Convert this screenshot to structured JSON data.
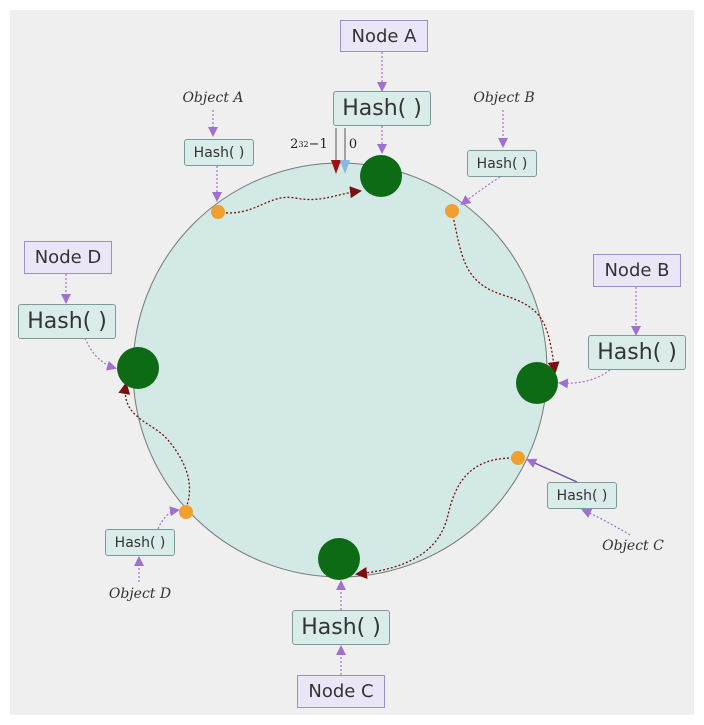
{
  "diagram": {
    "nodes": [
      {
        "id": "a",
        "label": "Node A",
        "hash": "Hash( )"
      },
      {
        "id": "b",
        "label": "Node B",
        "hash": "Hash( )"
      },
      {
        "id": "c",
        "label": "Node C",
        "hash": "Hash( )"
      },
      {
        "id": "d",
        "label": "Node D",
        "hash": "Hash( )"
      }
    ],
    "objects": [
      {
        "id": "a",
        "label": "Object A",
        "hash": "Hash( )"
      },
      {
        "id": "b",
        "label": "Object B",
        "hash": "Hash( )"
      },
      {
        "id": "c",
        "label": "Object C",
        "hash": "Hash( )"
      },
      {
        "id": "d",
        "label": "Object D",
        "hash": "Hash( )"
      }
    ],
    "ring_markers": {
      "max_base": "2",
      "max_exp": "32",
      "max_suffix": "−1",
      "zero": "0"
    },
    "colors": {
      "ring_fill": "#d3e9e5",
      "node_fill": "#0c6b14",
      "object_dot": "#f0a030",
      "arrow_purple": "#a070d0",
      "path_dark_red": "#7a1010"
    }
  }
}
